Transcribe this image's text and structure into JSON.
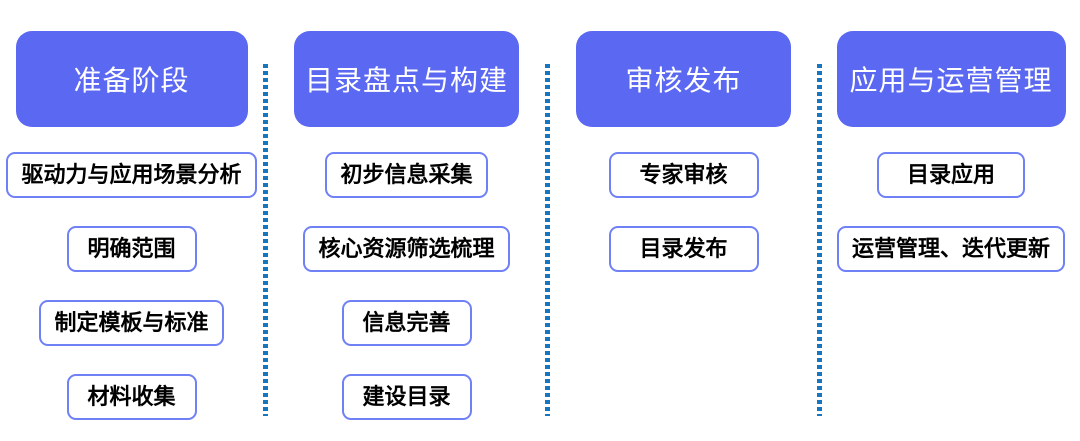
{
  "diagram": {
    "title": "catalog-construction-phases",
    "columns": [
      {
        "header": "准备阶段",
        "items": [
          "驱动力与应用场景分析",
          "明确范围",
          "制定模板与标准",
          "材料收集"
        ]
      },
      {
        "header": "目录盘点与构建",
        "items": [
          "初步信息采集",
          "核心资源筛选梳理",
          "信息完善",
          "建设目录"
        ]
      },
      {
        "header": "审核发布",
        "items": [
          "专家审核",
          "目录发布"
        ]
      },
      {
        "header": "应用与运营管理",
        "items": [
          "目录应用",
          "运营管理、迭代更新"
        ]
      }
    ],
    "colors": {
      "header_fill": "#5b68f2",
      "header_text": "#ffffff",
      "item_border": "#7080f5",
      "item_text": "#000000",
      "divider_dot": "#1776be",
      "background": "#ffffff"
    }
  }
}
